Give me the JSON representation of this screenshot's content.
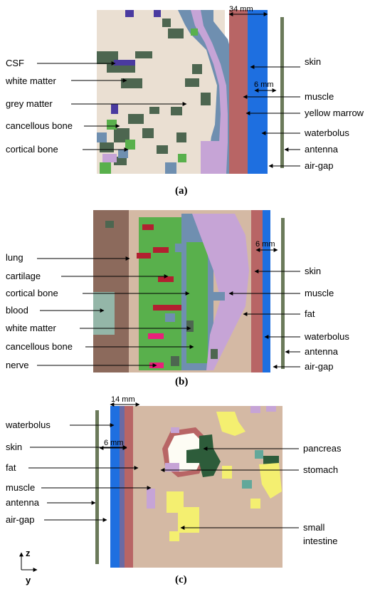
{
  "colors": {
    "skin": "#b86565",
    "waterbolus": "#1e6fe0",
    "antenna": "#6b7a5a",
    "csf": "#4a3aa0",
    "white_matter": "#4d6650",
    "grey_matter": "#eadfd2",
    "cancellous_bone": "#59b04c",
    "cortical_bone": "#6f8fb0",
    "yellow_marrow": "#c6a4d6",
    "fat": "#d4b9a4",
    "muscle": "#c6a4d6",
    "lung": "#8c6a5c",
    "blood": "#94b6a8",
    "cartilage": "#b22030",
    "nerve": "#e8207a",
    "pancreas": "#2d5c3a",
    "stomach": "#fdfcf4",
    "small_intestine": "#f4ef70",
    "teal": "#62a89a",
    "olive": "#9aa650"
  },
  "panel_a": {
    "caption": "(a)",
    "dim_34": "34 mm",
    "dim_6": "6 mm",
    "labels_left": [
      "CSF",
      "white matter",
      "grey matter",
      "cancellous bone",
      "cortical bone"
    ],
    "labels_right": [
      "skin",
      "muscle",
      "yellow marrow",
      "waterbolus",
      "antenna",
      "air-gap"
    ]
  },
  "panel_b": {
    "caption": "(b)",
    "dim_6": "6 mm",
    "labels_left": [
      "lung",
      "cartilage",
      "cortical bone",
      "blood",
      "white matter",
      "cancellous bone",
      "nerve"
    ],
    "labels_right": [
      "skin",
      "muscle",
      "fat",
      "waterbolus",
      "antenna",
      "air-gap"
    ]
  },
  "panel_c": {
    "caption": "(c)",
    "dim_14": "14 mm",
    "dim_6": "6 mm",
    "labels_left": [
      "waterbolus",
      "skin",
      "fat",
      "muscle",
      "antenna",
      "air-gap"
    ],
    "labels_right": [
      "pancreas",
      "stomach",
      "small",
      "intestine"
    ],
    "axis_z": "z",
    "axis_y": "y"
  }
}
